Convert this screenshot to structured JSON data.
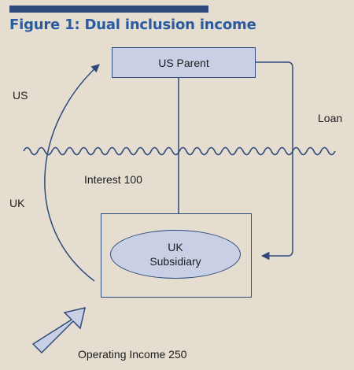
{
  "colors": {
    "background": "#e4ddd0",
    "accent_navy": "#2d4a7a",
    "title_blue": "#2a5aa0",
    "box_fill": "#c9d0e6",
    "arrow_fill": "#c9d0e6"
  },
  "figure": {
    "title": "Figure 1: Dual inclusion income"
  },
  "labels": {
    "us": "US",
    "uk": "UK",
    "loan": "Loan",
    "interest": "Interest 100",
    "operating_income": "Operating Income 250"
  },
  "entities": {
    "us_parent": "US Parent",
    "uk_subsidiary_line1": "UK",
    "uk_subsidiary_line2": "Subsidiary"
  }
}
